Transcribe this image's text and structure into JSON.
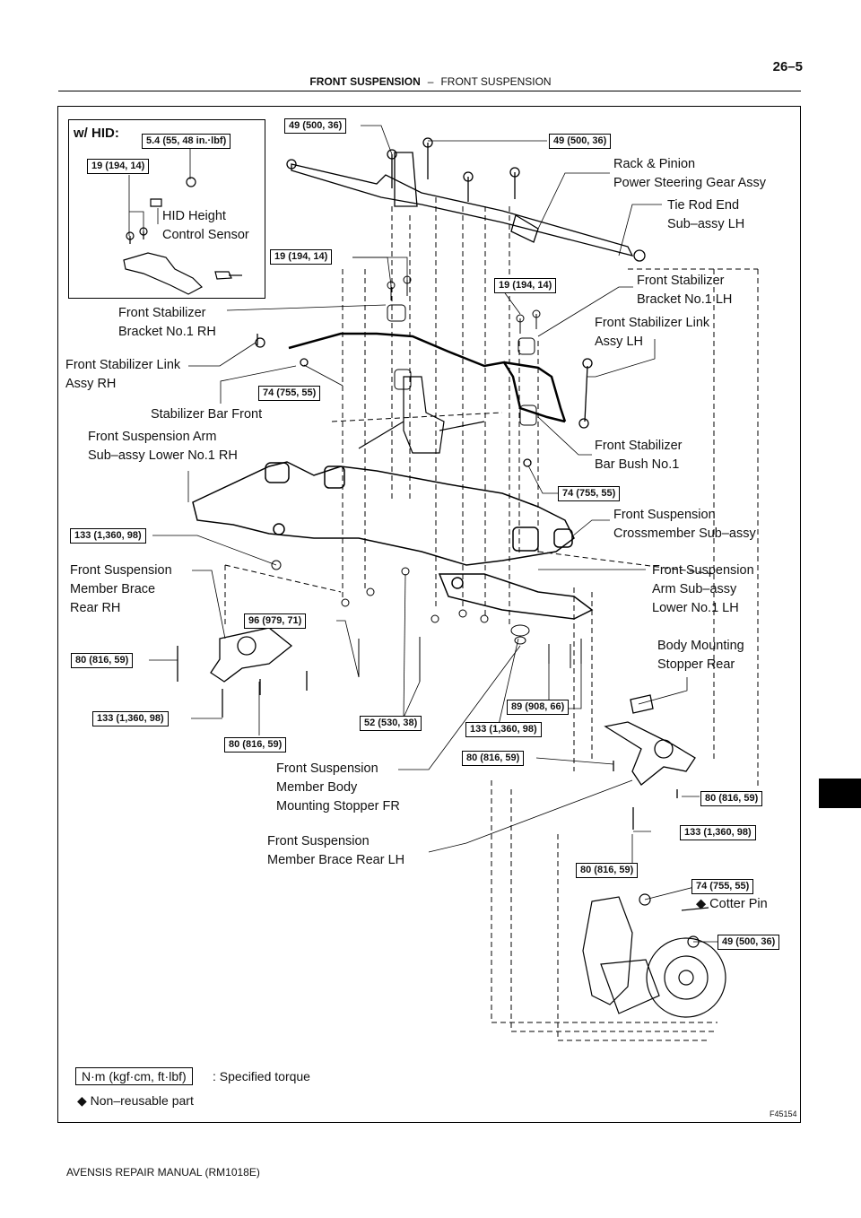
{
  "header": {
    "section": "FRONT SUSPENSION",
    "separator": "–",
    "subsection": "FRONT SUSPENSION",
    "page_number": "26–5"
  },
  "hid_inset": {
    "title": "w/ HID:",
    "torque_top": "5.4 (55, 48 in.·lbf)",
    "torque_left": "19 (194, 14)",
    "sensor_label_line1": "HID Height",
    "sensor_label_line2": "Control Sensor"
  },
  "torques": {
    "t1": "49 (500, 36)",
    "t2": "49 (500, 36)",
    "t3": "19 (194, 14)",
    "t4": "19 (194, 14)",
    "t5": "74 (755, 55)",
    "t6": "74 (755, 55)",
    "t7": "133 (1,360, 98)",
    "t8": "96 (979, 71)",
    "t9": "80 (816, 59)",
    "t10": "133 (1,360, 98)",
    "t11": "80 (816, 59)",
    "t12": "52 (530, 38)",
    "t13": "89 (908, 66)",
    "t14": "133 (1,360, 98)",
    "t15": "80 (816, 59)",
    "t16": "80 (816, 59)",
    "t17": "133 (1,360, 98)",
    "t18": "80 (816, 59)",
    "t19": "74 (755, 55)",
    "t20": "49 (500, 36)"
  },
  "labels": {
    "rack_pinion_1": "Rack & Pinion",
    "rack_pinion_2": "Power Steering Gear Assy",
    "tie_rod_1": "Tie Rod End",
    "tie_rod_2": "Sub–assy LH",
    "stab_bracket_lh_1": "Front Stabilizer",
    "stab_bracket_lh_2": "Bracket No.1 LH",
    "stab_link_lh_1": "Front Stabilizer Link",
    "stab_link_lh_2": "Assy LH",
    "stab_bracket_rh_1": "Front Stabilizer",
    "stab_bracket_rh_2": "Bracket No.1 RH",
    "stab_link_rh_1": "Front Stabilizer Link",
    "stab_link_rh_2": "Assy RH",
    "stab_bar": "Stabilizer Bar Front",
    "arm_rh_1": "Front Suspension Arm",
    "arm_rh_2": "Sub–assy Lower No.1 RH",
    "bush_1": "Front Stabilizer",
    "bush_2": "Bar Bush No.1",
    "crossmember_1": "Front Suspension",
    "crossmember_2": "Crossmember Sub–assy",
    "brace_rh_1": "Front Suspension",
    "brace_rh_2": "Member Brace",
    "brace_rh_3": "Rear RH",
    "arm_lh_1": "Front Suspension",
    "arm_lh_2": "Arm Sub–assy",
    "arm_lh_3": "Lower No.1 LH",
    "body_mount_1": "Body Mounting",
    "body_mount_2": "Stopper Rear",
    "stopper_fr_1": "Front Suspension",
    "stopper_fr_2": "Member Body",
    "stopper_fr_3": "Mounting Stopper FR",
    "brace_lh_1": "Front Suspension",
    "brace_lh_2": "Member Brace Rear LH",
    "cotter_pin": "◆ Cotter Pin"
  },
  "legend": {
    "unit_box": "N·m (kgf·cm, ft·lbf)",
    "unit_text": ": Specified torque",
    "non_reusable": "◆ Non–reusable part"
  },
  "figure_id": "F45154",
  "footer": "AVENSIS REPAIR MANUAL   (RM1018E)"
}
